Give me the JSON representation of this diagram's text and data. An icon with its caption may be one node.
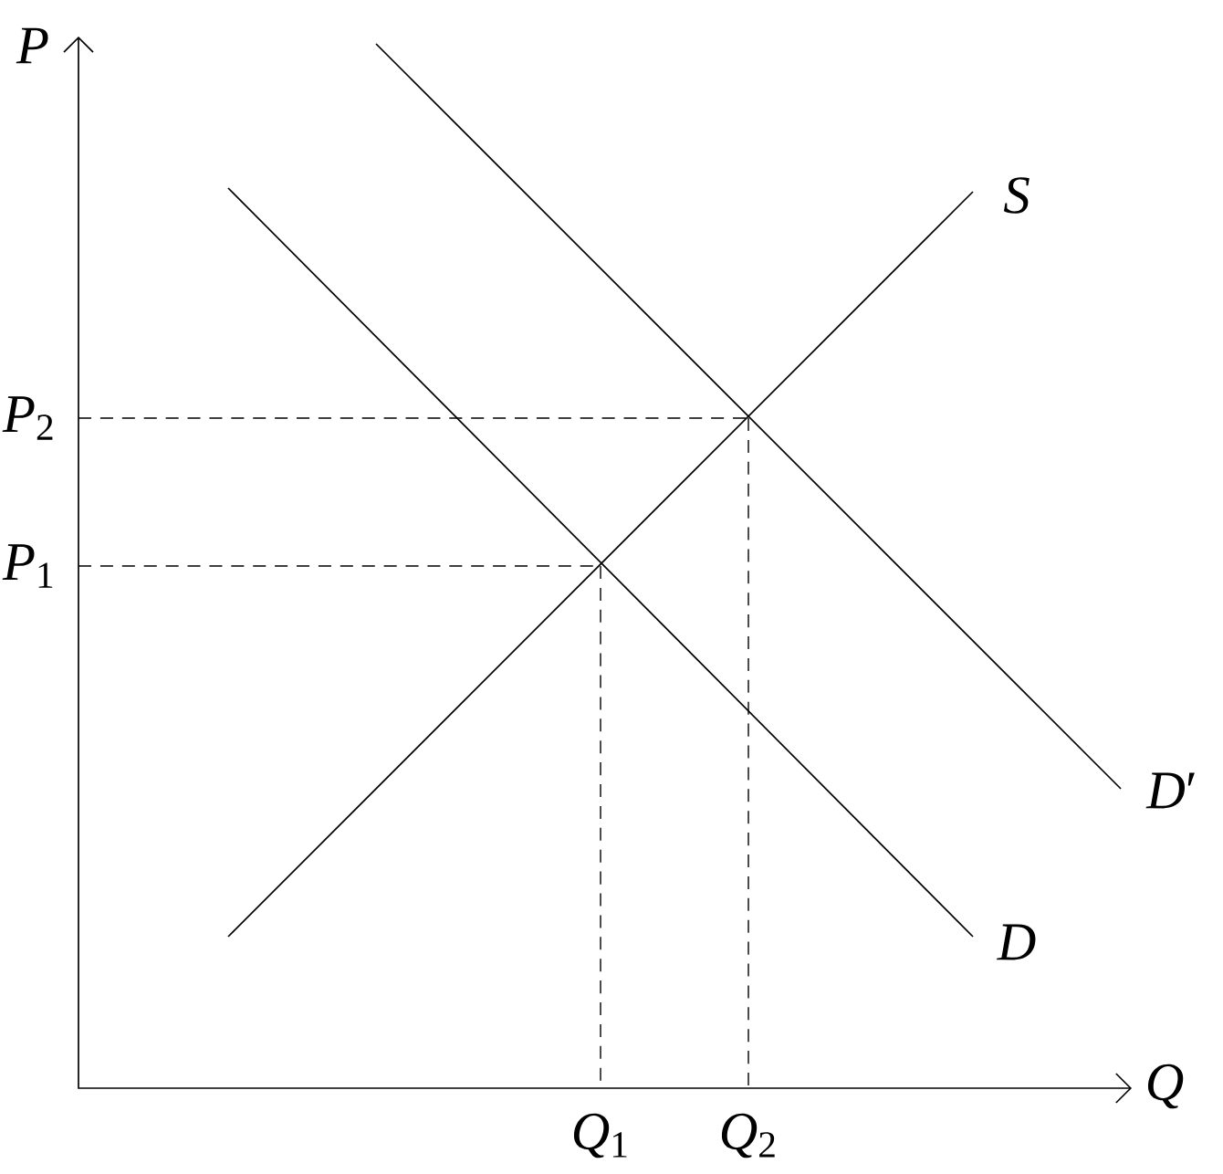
{
  "diagram": {
    "labels": [
      "P",
      "S",
      "*P*$_{2}$",
      "*P*$_{1}$",
      "*D*′",
      "*D*",
      "*Q*$_{1}$",
      "*Q*$_{2}$",
      "Q"
    ]
  }
}
